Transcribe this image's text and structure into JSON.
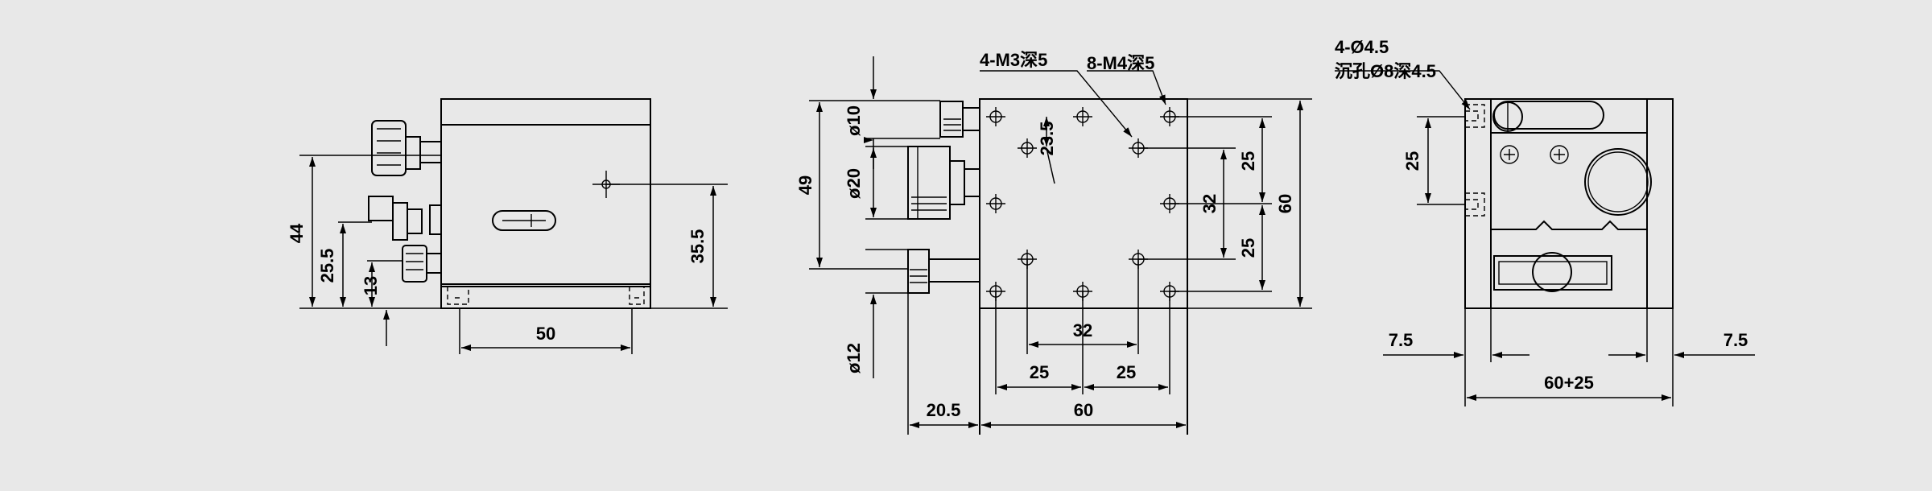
{
  "colors": {
    "background": "#e8e8e8",
    "ink": "#000000"
  },
  "left_view": {
    "dims": {
      "d44": "44",
      "d25_5": "25.5",
      "d13": "13",
      "d35_5": "35.5",
      "d50": "50"
    }
  },
  "center_view": {
    "callouts": {
      "m3": "4-M3深5",
      "m4": "8-M4深5"
    },
    "dims": {
      "phi10": "ø10",
      "phi20": "ø20",
      "phi12": "ø12",
      "d49": "49",
      "d23_5": "23.5",
      "d32v": "32",
      "d25a": "25",
      "d25b": "25",
      "d60v": "60",
      "d32h": "32",
      "d25c": "25",
      "d25d": "25",
      "d20_5": "20.5",
      "d60h": "60"
    }
  },
  "right_view": {
    "callouts": {
      "hole": "4-Ø4.5",
      "cbore": "沉孔Ø8深4.5"
    },
    "dims": {
      "d25": "25",
      "d7_5a": "7.5",
      "d7_5b": "7.5",
      "d60p25": "60+25"
    }
  }
}
